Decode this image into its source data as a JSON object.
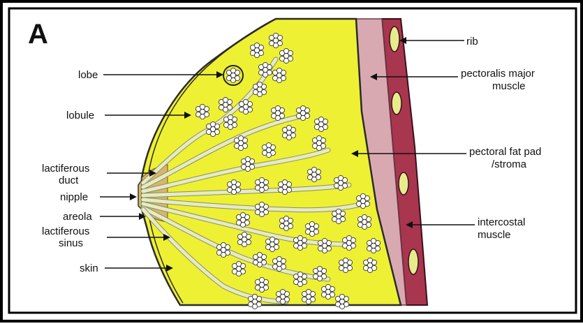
{
  "panel_letter": "A",
  "labels": {
    "lobe": "lobe",
    "lobule": "lobule",
    "lactiferous_duct": [
      "lactiferous",
      "duct"
    ],
    "nipple": "nipple",
    "areola": "areola",
    "lactiferous_sinus": [
      "lactiferous",
      "sinus"
    ],
    "skin": "skin",
    "rib": "rib",
    "pectoralis_major_muscle": [
      "pectoralis major",
      "muscle"
    ],
    "pectoral_fat_pad": [
      "pectoral fat pad",
      "/stroma"
    ],
    "intercostal_muscle": [
      "intercostal",
      "muscle"
    ]
  },
  "colors": {
    "fat_pad": "#eef034",
    "skin_outline": "#2a2a2a",
    "ducts": "#e6ebc6",
    "areola": "#d7b66c",
    "pectoralis": "#d9a9b2",
    "intercostal": "#a8364f",
    "rib": "#e6ec8c",
    "lobule_circles": "#ffffff",
    "frame": "#000000"
  }
}
